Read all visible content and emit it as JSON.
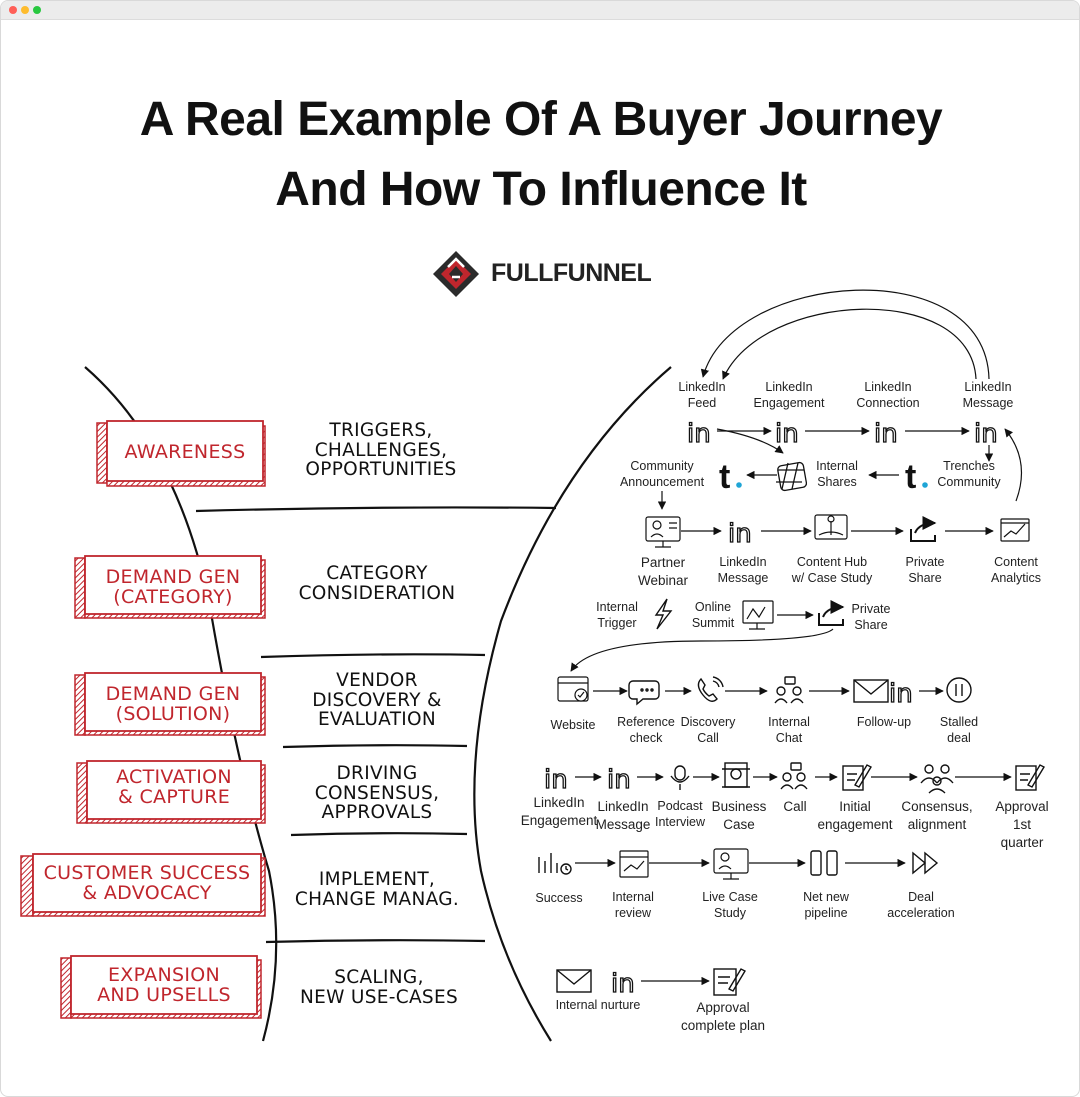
{
  "title": {
    "line1": "A Real Example Of A Buyer Journey",
    "line2": "And How To Influence It"
  },
  "brand": {
    "name": "FULLFUNNEL",
    "colors": {
      "red": "#c0262d",
      "dark": "#2b2b2b"
    }
  },
  "stages": [
    {
      "tag": "AWARENESS",
      "label": "TRIGGERS,\nCHALLENGES,\nOPPORTUNITIES"
    },
    {
      "tag": "DEMAND GEN\n(CATEGORY)",
      "label": "CATEGORY\nCONSIDERATION"
    },
    {
      "tag": "DEMAND GEN\n(SOLUTION)",
      "label": "VENDOR\nDISCOVERY &\nEVALUATION"
    },
    {
      "tag": "ACTIVATION\n& CAPTURE",
      "label": "DRIVING\nCONSENSUS,\nAPPROVALS"
    },
    {
      "tag": "CUSTOMER SUCCESS\n& ADVOCACY",
      "label": "IMPLEMENT,\nCHANGE MANAG."
    },
    {
      "tag": "EXPANSION\nAND UPSELLS",
      "label": "SCALING,\nNEW USE-CASES"
    }
  ],
  "journey": {
    "row1": [
      "LinkedIn\nFeed",
      "LinkedIn\nEngagement",
      "LinkedIn\nConnection",
      "LinkedIn\nMessage"
    ],
    "row2": [
      "Community\nAnnouncement",
      "Internal\nShares",
      "Trenches\nCommunity"
    ],
    "row3": [
      "Partner\nWebinar",
      "LinkedIn\nMessage",
      "Content Hub\nw/ Case Study",
      "Private\nShare",
      "Content\nAnalytics"
    ],
    "row4": [
      "Internal\nTrigger",
      "Online\nSummit",
      "Private\nShare"
    ],
    "row5": [
      "Website",
      "Reference\ncheck",
      "Discovery\nCall",
      "Internal\nChat",
      "Follow-up",
      "Stalled\ndeal"
    ],
    "row6": [
      "LinkedIn\nEngagement",
      "LinkedIn\nMessage",
      "Podcast\nInterview",
      "Business\nCase",
      "Call",
      "Initial\nengagement",
      "Consensus,\nalignment",
      "Approval\n1st quarter"
    ],
    "row7": [
      "Success",
      "Internal\nreview",
      "Live Case\nStudy",
      "Net new\npipeline",
      "Deal\nacceleration"
    ],
    "row8": [
      "Internal nurture",
      "Approval\ncomplete plan"
    ]
  },
  "icons": {
    "linkedin": "linkedin-in-icon",
    "community": "t-community-icon",
    "slack": "hashtag-icon"
  }
}
